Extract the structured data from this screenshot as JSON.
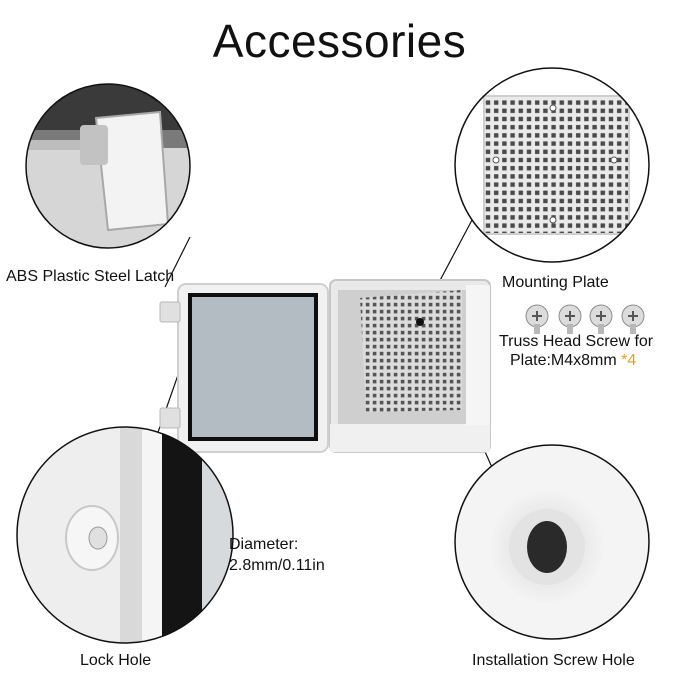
{
  "title": "Accessories",
  "labels": {
    "latch": "ABS Plastic Steel Latch",
    "mounting_plate": "Mounting Plate",
    "screw_line1": "Truss Head Screw for",
    "screw_line2_prefix": "Plate:M4x8mm ",
    "screw_qty": "*4",
    "diameter_line1": "Diameter:",
    "diameter_line2": "2.8mm/0.11in",
    "lock_hole": "Lock Hole",
    "install_hole": "Installation Screw Hole"
  },
  "colors": {
    "accent": "#e6a21a",
    "enclosure": "#eef0ef",
    "outline": "#222222"
  },
  "icons": [
    "latch-closeup-icon",
    "mounting-plate-icon",
    "truss-screw-icon",
    "enclosure-box-icon",
    "lock-hole-closeup-icon",
    "install-hole-closeup-icon"
  ]
}
